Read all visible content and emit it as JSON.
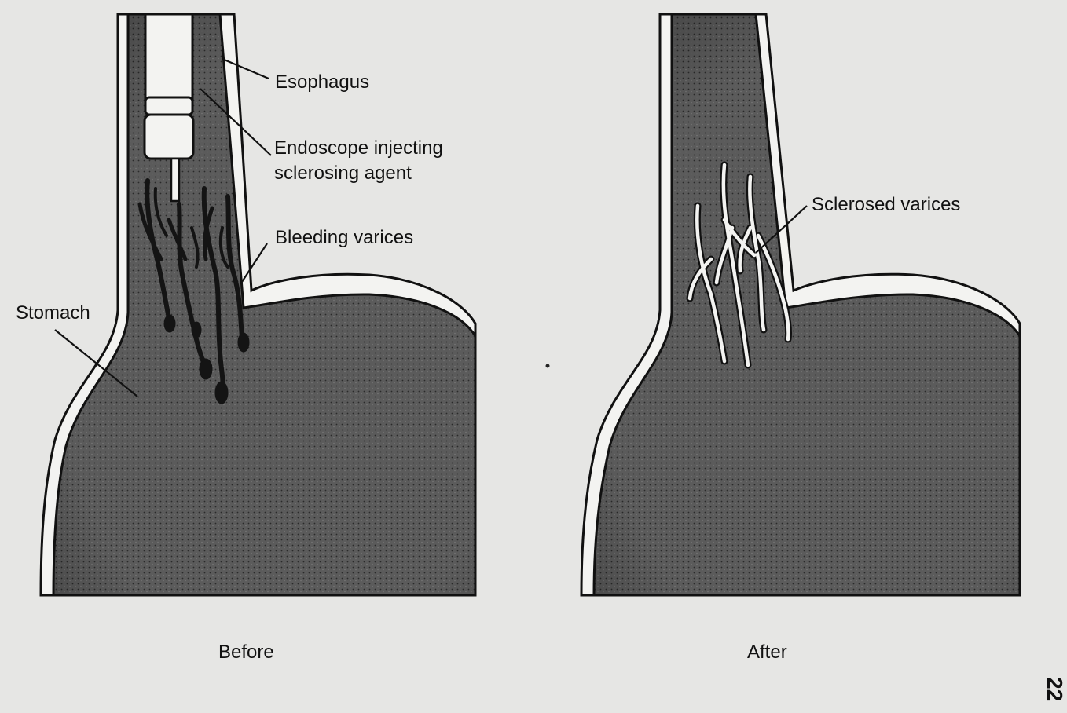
{
  "panels": {
    "before": {
      "caption": "Before",
      "labels": {
        "esophagus": "Esophagus",
        "endoscope_line1": "Endoscope injecting",
        "endoscope_line2": "sclerosing agent",
        "bleeding": "Bleeding varices",
        "stomach": "Stomach"
      }
    },
    "after": {
      "caption": "After",
      "labels": {
        "sclerosed": "Sclerosed varices"
      }
    }
  },
  "page_number": "22",
  "colors": {
    "background": "#e6e6e4",
    "organ_fill": "#555555",
    "wall": "#f3f3f1",
    "outline": "#111111",
    "blood": "#141414"
  }
}
